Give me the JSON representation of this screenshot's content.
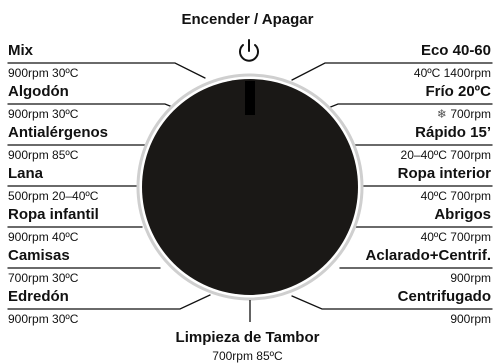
{
  "top": {
    "label": "Encender / Apagar",
    "icon": "power-icon"
  },
  "left_programs": [
    {
      "name": "Mix",
      "spec": "900rpm  30ºC"
    },
    {
      "name": "Algodón",
      "spec": "900rpm  30ºC"
    },
    {
      "name": "Antialérgenos",
      "spec": "900rpm  85ºC"
    },
    {
      "name": "Lana",
      "spec": "500rpm  20–40ºC"
    },
    {
      "name": "Ropa infantil",
      "spec": "900rpm  40ºC"
    },
    {
      "name": "Camisas",
      "spec": "700rpm  30ºC"
    },
    {
      "name": "Edredón",
      "spec": "900rpm   30ºC"
    }
  ],
  "right_programs": [
    {
      "name": "Eco 40-60",
      "spec": "40ºC 1400rpm"
    },
    {
      "name": "Frío 20ºC",
      "spec": "700rpm",
      "spec_icon": "snowflake-icon"
    },
    {
      "name": "Rápido 15’",
      "spec": "20–40ºC  700rpm"
    },
    {
      "name": "Ropa interior",
      "spec": "40ºC  700rpm"
    },
    {
      "name": "Abrigos",
      "spec": "40ºC  700rpm"
    },
    {
      "name": "Aclarado+Centrif.",
      "spec": "900rpm"
    },
    {
      "name": "Centrifugado",
      "spec": "900rpm"
    }
  ],
  "bottom": {
    "name": "Limpieza de Tambor",
    "spec": "700rpm 85ºC"
  },
  "colors": {
    "dial": "#1a1816",
    "indicator": "#000000",
    "text": "#111111"
  }
}
